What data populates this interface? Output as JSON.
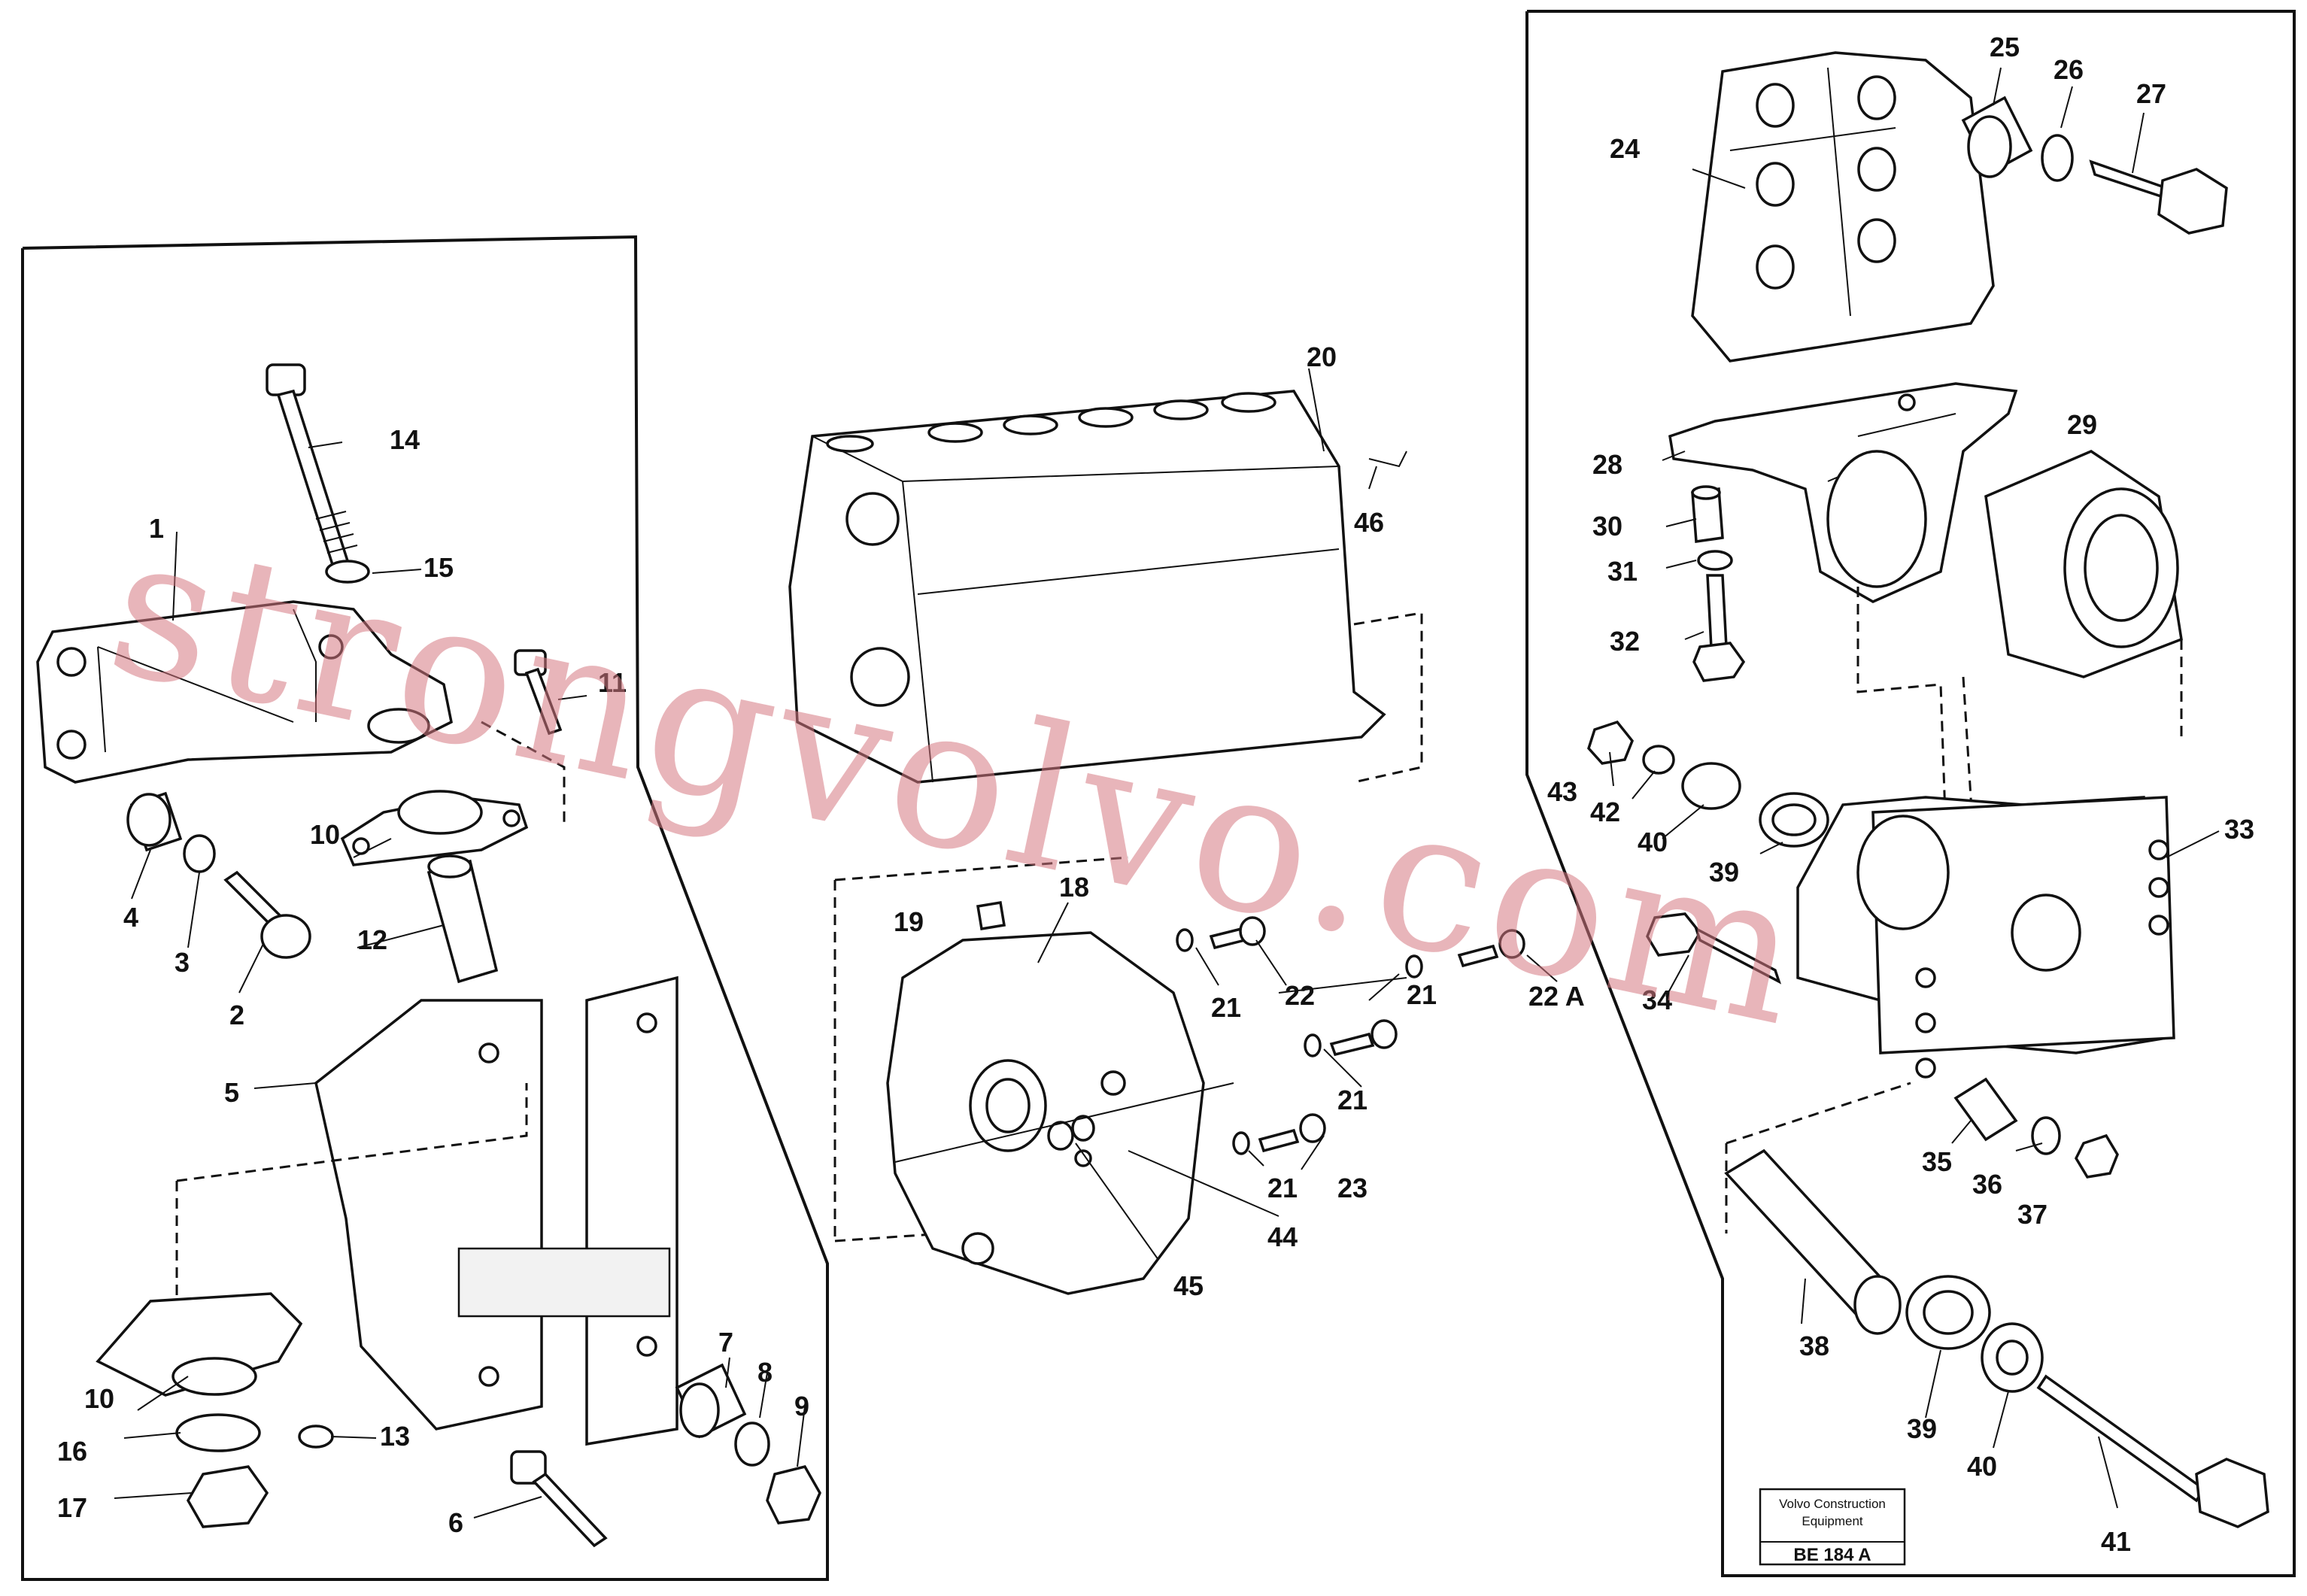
{
  "watermark": "strongvolvo.com",
  "stamp": {
    "company_line1": "Volvo Construction",
    "company_line2": "Equipment",
    "code": "BE 184 A"
  },
  "callouts": {
    "c1": "1",
    "c2": "2",
    "c3": "3",
    "c4": "4",
    "c5": "5",
    "c6": "6",
    "c7": "7",
    "c8": "8",
    "c9": "9",
    "c10a": "10",
    "c10b": "10",
    "c11": "11",
    "c12": "12",
    "c13": "13",
    "c14": "14",
    "c15": "15",
    "c16": "16",
    "c17": "17",
    "c18": "18",
    "c19": "19",
    "c20": "20",
    "c21a": "21",
    "c21b": "21",
    "c21c": "21",
    "c21d": "21",
    "c22": "22",
    "c22a": "22 A",
    "c23": "23",
    "c24": "24",
    "c25": "25",
    "c26": "26",
    "c27": "27",
    "c28": "28",
    "c29": "29",
    "c30": "30",
    "c31": "31",
    "c32": "32",
    "c33": "33",
    "c34": "34",
    "c35": "35",
    "c36": "36",
    "c37": "37",
    "c38": "38",
    "c39a": "39",
    "c39b": "39",
    "c40a": "40",
    "c40b": "40",
    "c41": "41",
    "c42": "42",
    "c43": "43",
    "c44": "44",
    "c45": "45",
    "c46": "46"
  }
}
